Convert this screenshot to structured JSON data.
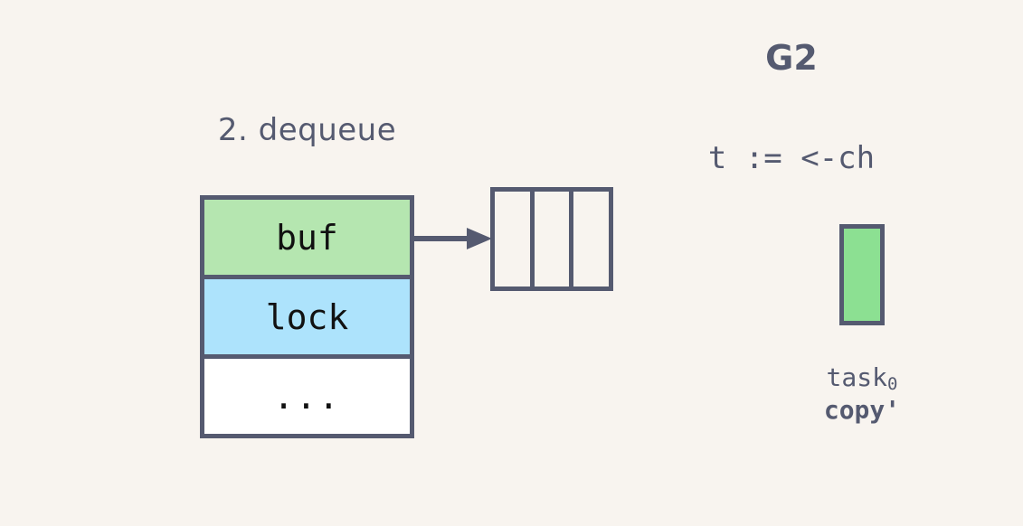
{
  "diagram": {
    "background_color": "#f8f4ef",
    "stroke_color": "#555a70",
    "step_label": "2. dequeue",
    "channel_struct": {
      "rows": [
        {
          "label": "buf",
          "fill": "#b5e6b0"
        },
        {
          "label": "lock",
          "fill": "#ade3fc"
        },
        {
          "label": "...",
          "fill": "#ffffff"
        }
      ]
    },
    "queue": {
      "cell_count": 3,
      "cells": [
        "",
        "",
        ""
      ]
    },
    "arrow": {
      "from": "buf",
      "to": "queue"
    },
    "goroutine": {
      "title": "G2",
      "code": "t := <-ch",
      "task_box": {
        "fill": "#8ce092"
      },
      "caption_line1_prefix": "task",
      "caption_line1_subscript": "0",
      "caption_line2": "copy'"
    }
  }
}
